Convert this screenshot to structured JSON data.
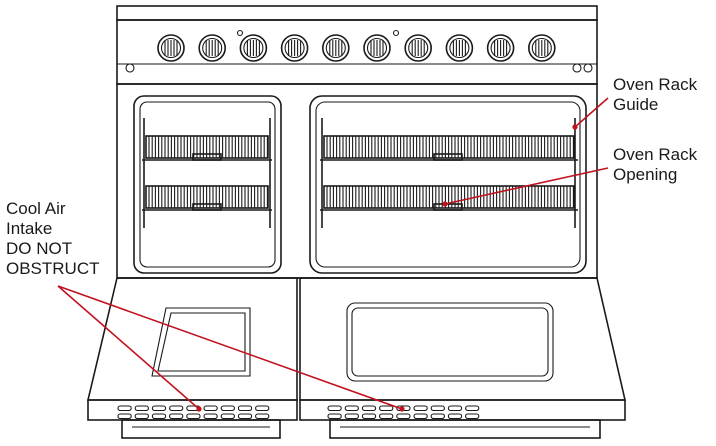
{
  "diagram": {
    "callouts": {
      "rack_guide": [
        "Oven Rack",
        "Guide"
      ],
      "rack_opening": [
        "Oven Rack",
        "Opening"
      ],
      "cool_air": [
        "Cool Air",
        "Intake",
        "DO NOT",
        "OBSTRUCT"
      ]
    },
    "colors": {
      "outline": "#1a1a1a",
      "leader": "#c1121f",
      "background": "#ffffff"
    },
    "counts": {
      "burner_knobs": 10,
      "vent_slots_per_row": 9
    }
  }
}
